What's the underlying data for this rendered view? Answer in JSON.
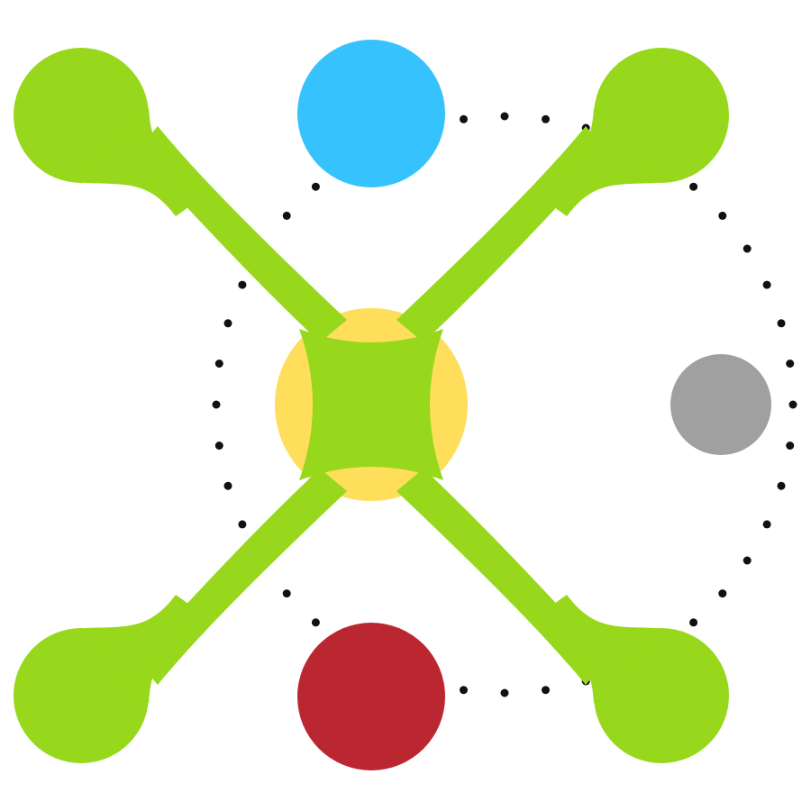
{
  "logo": {
    "shape": "x-shaped-molecule",
    "colors": {
      "background": "#ffffff",
      "x_shape": "#97d81c",
      "center_circle": "#fede5b",
      "top_circle": "#35c2fd",
      "right_circle": "#a0a0a0",
      "bottom_circle": "#bb2731",
      "orbit_dots": "#111111"
    },
    "icons": [
      "x-molecule-icon",
      "orbit-dotted-ring",
      "blue-node",
      "gray-node",
      "red-node",
      "yellow-core-node"
    ]
  }
}
